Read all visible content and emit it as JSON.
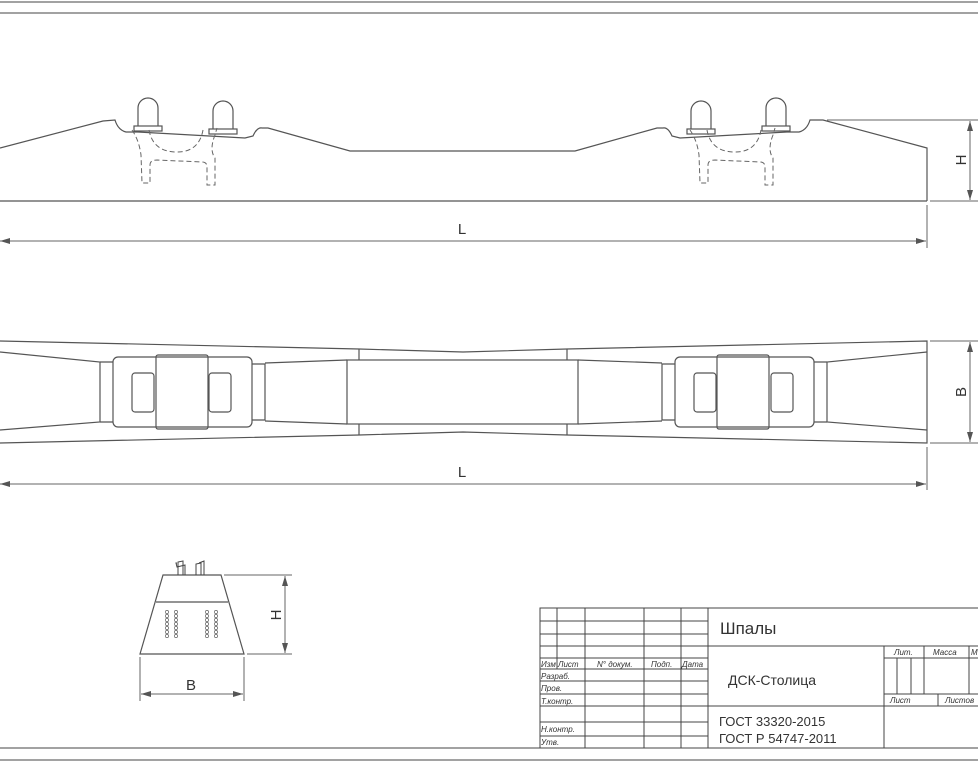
{
  "drawing": {
    "dimensions": {
      "length": "L",
      "height": "H",
      "width": "B"
    },
    "title_block": {
      "title": "Шпалы",
      "organization": "ДСК-Столица",
      "standards": [
        "ГОСТ 33320-2015",
        "ГОСТ Р 54747-2011"
      ],
      "header_labels": [
        "Изм",
        "Лист",
        "N° докум.",
        "Подп.",
        "Дата"
      ],
      "role_labels": [
        "Разраб.",
        "Пров.",
        "Т.контр.",
        "Н.контр.",
        "Утв."
      ],
      "lit_label": "Лит.",
      "mass_label": "Масса",
      "scale_label": "М",
      "sheet_label": "Лист",
      "sheets_label": "Листов"
    }
  }
}
